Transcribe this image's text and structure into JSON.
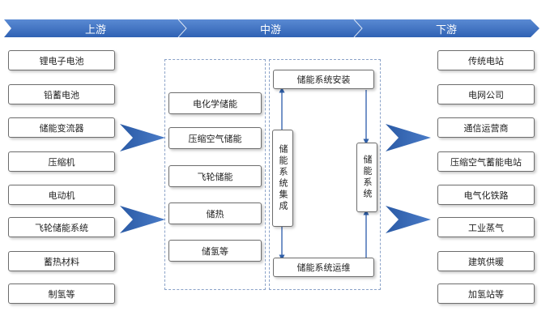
{
  "stages": [
    "上游",
    "中游",
    "下游"
  ],
  "upstream": [
    "锂电子电池",
    "铅蓄电池",
    "储能变流器",
    "压缩机",
    "电动机",
    "飞轮储能系统",
    "蓄热材料",
    "制氢等"
  ],
  "midstream_types": [
    "电化学储能",
    "压缩空气储能",
    "飞轮储能",
    "储热",
    "储氢等"
  ],
  "integration": {
    "install": "储能系统安装",
    "integrate": "储能系统集成",
    "system": "储能系统",
    "operate": "储能系统运维"
  },
  "downstream": [
    "传统电站",
    "电网公司",
    "通信运营商",
    "压缩空气蓄能电站",
    "电气化铁路",
    "工业蒸气",
    "建筑供暖",
    "加氢站等"
  ],
  "colors": {
    "banner": "#3f73c4",
    "chevron": "#2f5fa8",
    "dash": "#8aa2c8"
  }
}
